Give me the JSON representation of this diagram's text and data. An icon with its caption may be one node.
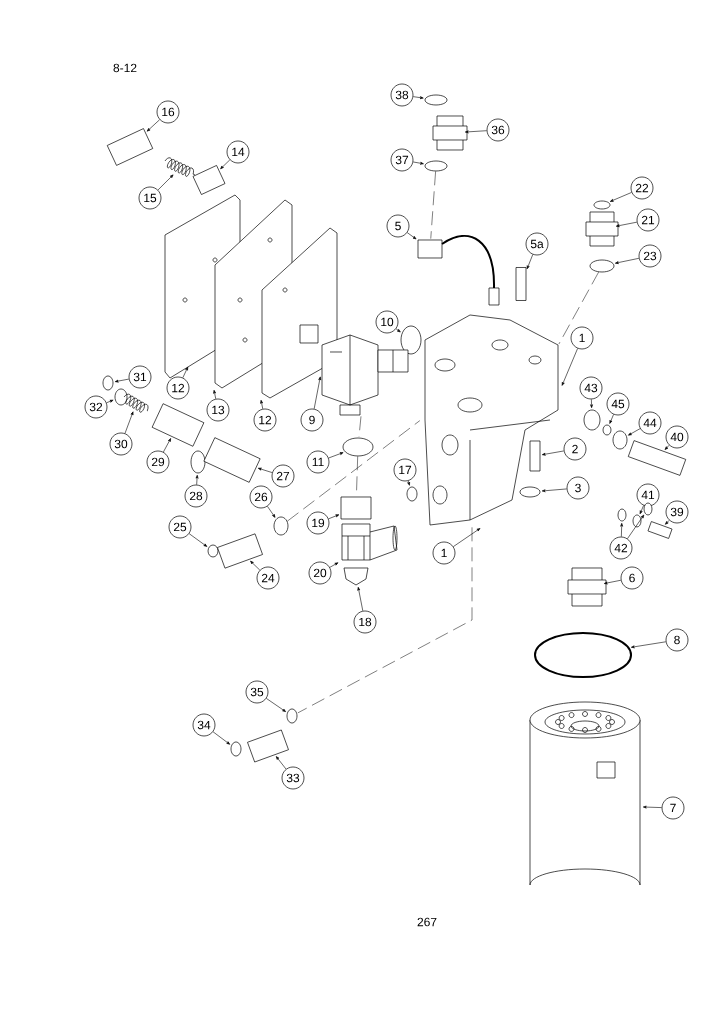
{
  "diagram": {
    "nodes": [
      {
        "text": [
          "38"
        ]
      },
      {
        "text": [
          "16"
        ]
      },
      {
        "text": [
          "36"
        ]
      },
      {
        "text": [
          "14"
        ]
      },
      {
        "text": [
          "37"
        ]
      },
      {
        "text": [
          "15"
        ]
      },
      {
        "text": [
          "22"
        ]
      },
      {
        "text": [
          "21"
        ]
      },
      {
        "text": [
          "5"
        ]
      },
      {
        "text": [
          "5a"
        ]
      },
      {
        "text": [
          "23"
        ]
      },
      {
        "text": [
          "10"
        ]
      },
      {
        "text": [
          "1"
        ]
      },
      {
        "text": [
          "31"
        ]
      },
      {
        "text": [
          "12"
        ]
      },
      {
        "text": [
          "13"
        ]
      },
      {
        "text": [
          "12"
        ]
      },
      {
        "text": [
          "43"
        ]
      },
      {
        "text": [
          "45"
        ]
      },
      {
        "text": [
          "32"
        ]
      },
      {
        "text": [
          "9"
        ]
      },
      {
        "text": [
          "44"
        ]
      },
      {
        "text": [
          "40"
        ]
      },
      {
        "text": [
          "30"
        ]
      },
      {
        "text": [
          "2"
        ]
      },
      {
        "text": [
          "29"
        ]
      },
      {
        "text": [
          "11"
        ]
      },
      {
        "text": [
          "28"
        ]
      },
      {
        "text": [
          "27"
        ]
      },
      {
        "text": [
          "17"
        ]
      },
      {
        "text": [
          "3"
        ]
      },
      {
        "text": [
          "41"
        ]
      },
      {
        "text": [
          "26"
        ]
      },
      {
        "text": [
          "39"
        ]
      },
      {
        "text": [
          "25"
        ]
      },
      {
        "text": [
          "19"
        ]
      },
      {
        "text": [
          "42"
        ]
      },
      {
        "text": [
          "1"
        ]
      },
      {
        "text": [
          "24"
        ]
      },
      {
        "text": [
          "20"
        ]
      },
      {
        "text": [
          "6"
        ]
      },
      {
        "text": [
          "18"
        ]
      },
      {
        "text": [
          "8"
        ]
      },
      {
        "text": [
          "35"
        ]
      },
      {
        "text": [
          "34"
        ]
      },
      {
        "text": [
          "33"
        ]
      },
      {
        "text": [
          "7"
        ]
      },
      {
        "text": [],
        "shape": "circle"
      },
      {
        "text": [],
        "shape": "box"
      },
      {
        "text": [],
        "shape": "box"
      },
      {
        "text": [],
        "shape": "box"
      },
      {
        "text": [],
        "shape": "circle"
      },
      {
        "text": [],
        "shape": "picture"
      },
      {
        "text": [],
        "shape": "circle"
      },
      {
        "text": [],
        "shape": "box"
      },
      {
        "text": [],
        "shape": "box"
      },
      {
        "text": [],
        "shape": "box"
      },
      {
        "text": [],
        "shape": "circle"
      },
      {
        "text": [],
        "shape": "circle"
      },
      {
        "text": [],
        "shape": "picture"
      },
      {
        "text": [],
        "shape": "circle"
      },
      {
        "text": [],
        "shape": "picture"
      },
      {
        "text": [],
        "shape": "picture"
      },
      {
        "text": [],
        "shape": "picture"
      },
      {
        "text": [],
        "shape": "circle"
      },
      {
        "text": [],
        "shape": "circle"
      },
      {
        "text": [],
        "shape": "circle"
      },
      {
        "text": [],
        "shape": "picture"
      },
      {
        "text": [],
        "shape": "circle"
      },
      {
        "text": [],
        "shape": "box"
      },
      {
        "text": [],
        "shape": "picture"
      },
      {
        "text": [],
        "shape": "box"
      },
      {
        "text": [],
        "shape": "box"
      },
      {
        "text": [],
        "shape": "circle"
      },
      {
        "text": [],
        "shape": "circle"
      },
      {
        "text": [],
        "shape": "box"
      },
      {
        "text": [],
        "shape": "circle"
      },
      {
        "text": [],
        "shape": "circle"
      },
      {
        "text": [],
        "shape": "circle"
      },
      {
        "text": [],
        "shape": "circle"
      },
      {
        "text": [],
        "shape": "box"
      },
      {
        "text": [],
        "shape": "circle"
      },
      {
        "text": [],
        "shape": "box"
      },
      {
        "text": [],
        "shape": "circle"
      },
      {
        "text": [],
        "shape": "circle"
      },
      {
        "text": [],
        "shape": "box"
      },
      {
        "text": [],
        "shape": "picture"
      },
      {
        "text": [],
        "shape": "box"
      },
      {
        "text": [],
        "shape": "picture"
      },
      {
        "text": [],
        "shape": "circle"
      },
      {
        "text": [],
        "shape": "circle"
      },
      {
        "text": [],
        "shape": "circle"
      },
      {
        "text": [],
        "shape": "box"
      },
      {
        "text": [],
        "shape": "picture"
      }
    ],
    "edges": [
      {
        "from": 0,
        "to": 47,
        "arrow": "to"
      },
      {
        "from": 1,
        "to": 48,
        "arrow": "to"
      },
      {
        "from": 2,
        "to": 49,
        "arrow": "to"
      },
      {
        "from": 3,
        "to": 50,
        "arrow": "to"
      },
      {
        "from": 4,
        "to": 51,
        "arrow": "to"
      },
      {
        "from": 5,
        "to": 52,
        "arrow": "to"
      },
      {
        "from": 6,
        "to": 53,
        "arrow": "to"
      },
      {
        "from": 7,
        "to": 54,
        "arrow": "to"
      },
      {
        "from": 8,
        "to": 55,
        "arrow": "to"
      },
      {
        "from": 9,
        "to": 56,
        "arrow": "to"
      },
      {
        "from": 10,
        "to": 57,
        "arrow": "to"
      },
      {
        "from": 11,
        "to": 58,
        "arrow": "to"
      },
      {
        "from": 12,
        "to": 59,
        "arrow": "to"
      },
      {
        "from": 13,
        "to": 60,
        "arrow": "to"
      },
      {
        "from": 14,
        "to": 61,
        "arrow": "to"
      },
      {
        "from": 15,
        "to": 62,
        "arrow": "to"
      },
      {
        "from": 16,
        "to": 63,
        "arrow": "to"
      },
      {
        "from": 17,
        "to": 64,
        "arrow": "to"
      },
      {
        "from": 18,
        "to": 65,
        "arrow": "to"
      },
      {
        "from": 19,
        "to": 66,
        "arrow": "to"
      },
      {
        "from": 20,
        "to": 67,
        "arrow": "to"
      },
      {
        "from": 21,
        "to": 68,
        "arrow": "to"
      },
      {
        "from": 22,
        "to": 69,
        "arrow": "to"
      },
      {
        "from": 23,
        "to": 70,
        "arrow": "to"
      },
      {
        "from": 24,
        "to": 71,
        "arrow": "to"
      },
      {
        "from": 25,
        "to": 72,
        "arrow": "to"
      },
      {
        "from": 26,
        "to": 73,
        "arrow": "to"
      },
      {
        "from": 27,
        "to": 74,
        "arrow": "to"
      },
      {
        "from": 28,
        "to": 75,
        "arrow": "to"
      },
      {
        "from": 29,
        "to": 76,
        "arrow": "to"
      },
      {
        "from": 30,
        "to": 77,
        "arrow": "to"
      },
      {
        "from": 31,
        "to": 78,
        "arrow": "to"
      },
      {
        "from": 32,
        "to": 79,
        "arrow": "to"
      },
      {
        "from": 33,
        "to": 80,
        "arrow": "to"
      },
      {
        "from": 34,
        "to": 81,
        "arrow": "to"
      },
      {
        "from": 35,
        "to": 82,
        "arrow": "to"
      },
      {
        "from": 36,
        "to": 83,
        "arrow": "to"
      },
      {
        "from": 36,
        "to": 84,
        "arrow": "to"
      },
      {
        "from": 37,
        "to": 59,
        "arrow": "to"
      },
      {
        "from": 38,
        "to": 85,
        "arrow": "to"
      },
      {
        "from": 39,
        "to": 86,
        "arrow": "to"
      },
      {
        "from": 40,
        "to": 87,
        "arrow": "to"
      },
      {
        "from": 41,
        "to": 88,
        "arrow": "to"
      },
      {
        "from": 42,
        "to": 89,
        "arrow": "to"
      },
      {
        "from": 43,
        "to": 90,
        "arrow": "to"
      },
      {
        "from": 44,
        "to": 91,
        "arrow": "to"
      },
      {
        "from": 45,
        "to": 92,
        "arrow": "to"
      },
      {
        "from": 46,
        "to": 93,
        "arrow": "to"
      },
      {
        "from": 51,
        "to": 55,
        "arrow": "none",
        "style": "dashed"
      },
      {
        "from": 67,
        "to": 73,
        "arrow": "none",
        "style": "dashed"
      },
      {
        "from": 73,
        "to": 82,
        "arrow": "none",
        "style": "dashed"
      },
      {
        "from": 79,
        "to": 59,
        "arrow": "none",
        "style": "dashed"
      },
      {
        "from": 57,
        "to": 59,
        "arrow": "none",
        "style": "dashed"
      },
      {
        "from": 59,
        "to": 90,
        "arrow": "none",
        "style": "dashed"
      }
    ],
    "labels": [
      "8-12",
      "267"
    ]
  }
}
